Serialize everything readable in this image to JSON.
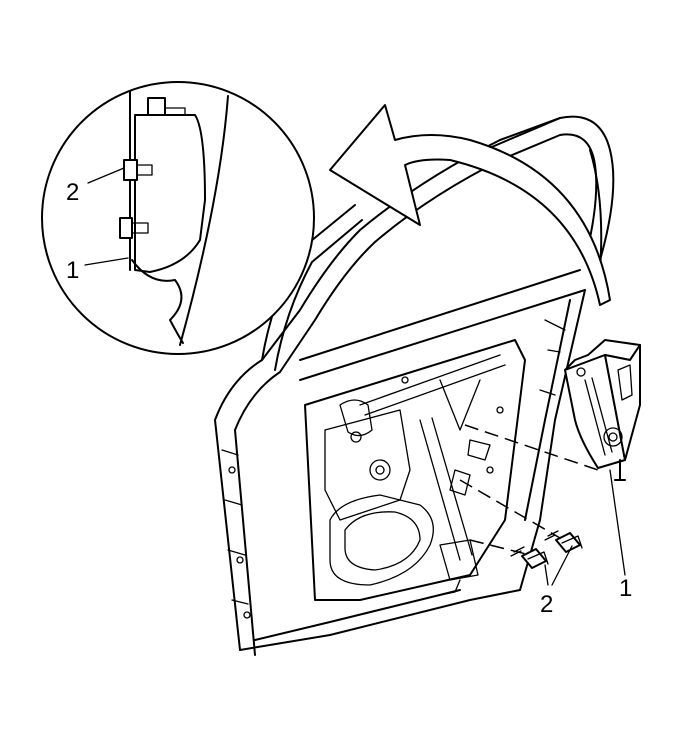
{
  "callouts": {
    "detail_bracket": "1",
    "detail_bolt": "2",
    "main_bolts": "2",
    "main_bracket": "1"
  }
}
